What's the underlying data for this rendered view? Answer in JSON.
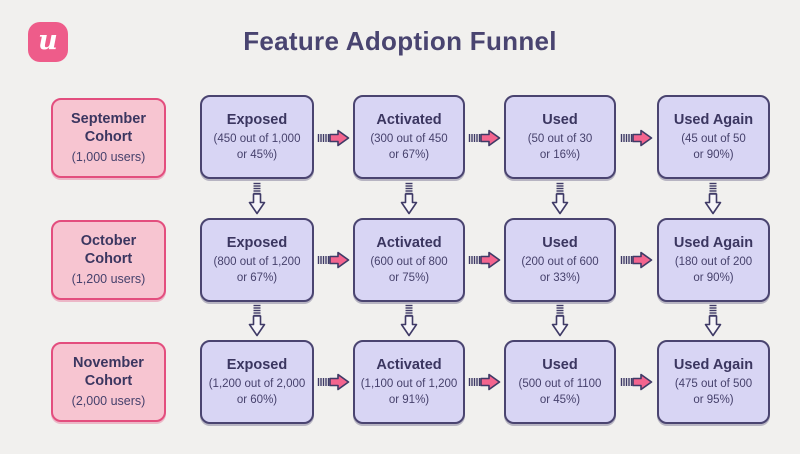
{
  "title": "Feature Adoption Funnel",
  "logo": {
    "letter": "u"
  },
  "colors": {
    "background": "#f1f0ee",
    "stage_fill": "#d8d5f4",
    "stage_border": "#4a4470",
    "cohort_fill": "#f7c5d1",
    "cohort_border": "#e34e7e",
    "arrow_pink": "#f3648e",
    "text_dark": "#3b3660",
    "logo_pink": "#ee5c8a"
  },
  "rows": [
    {
      "cohort": {
        "title": "September\nCohort",
        "detail": "(1,000 users)"
      },
      "stages": [
        {
          "title": "Exposed",
          "detail": "(450 out of 1,000\nor 45%)"
        },
        {
          "title": "Activated",
          "detail": "(300 out of 450\nor 67%)"
        },
        {
          "title": "Used",
          "detail": "(50 out of 30\nor 16%)"
        },
        {
          "title": "Used Again",
          "detail": "(45 out of 50\nor 90%)"
        }
      ]
    },
    {
      "cohort": {
        "title": "October\nCohort",
        "detail": "(1,200 users)"
      },
      "stages": [
        {
          "title": "Exposed",
          "detail": "(800 out of 1,200\nor 67%)"
        },
        {
          "title": "Activated",
          "detail": "(600 out of 800\nor 75%)"
        },
        {
          "title": "Used",
          "detail": "(200 out of 600\nor 33%)"
        },
        {
          "title": "Used Again",
          "detail": "(180 out of 200\nor 90%)"
        }
      ]
    },
    {
      "cohort": {
        "title": "November\nCohort",
        "detail": "(2,000 users)"
      },
      "stages": [
        {
          "title": "Exposed",
          "detail": "(1,200 out of 2,000\nor 60%)"
        },
        {
          "title": "Activated",
          "detail": "(1,100 out of 1,200\nor 91%)"
        },
        {
          "title": "Used",
          "detail": "(500 out of 1100\nor 45%)"
        },
        {
          "title": "Used Again",
          "detail": "(475 out of 500\nor 95%)"
        }
      ]
    }
  ]
}
